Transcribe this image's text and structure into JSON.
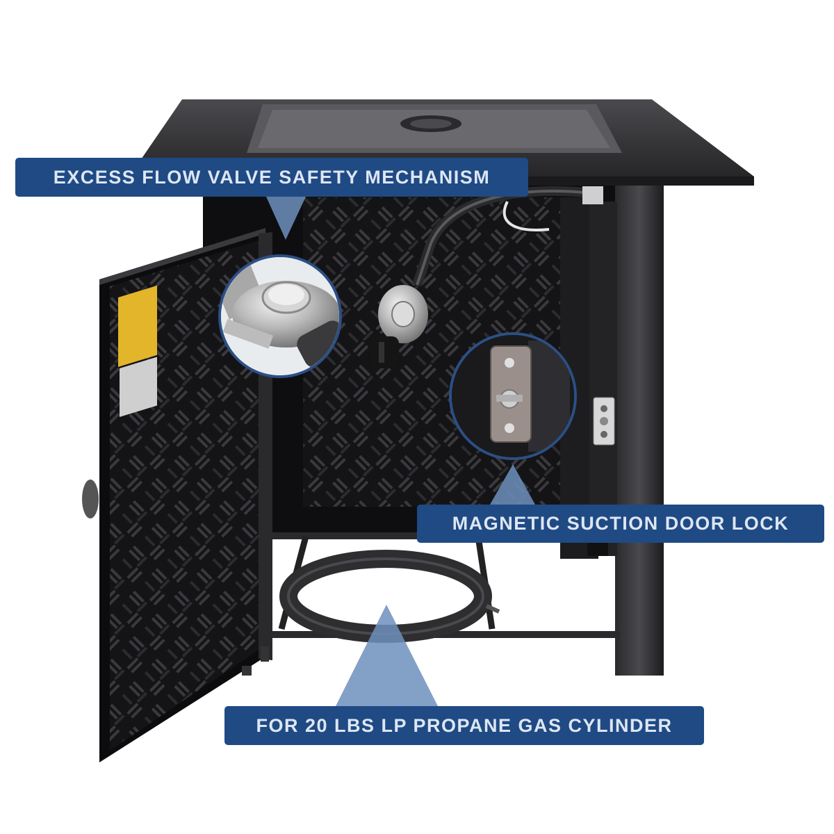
{
  "colors": {
    "banner_bg": "#1f4a84",
    "banner_text": "#dde6f2",
    "pointer": "#6d8fbd",
    "metal_dark": "#1c1c1e",
    "metal_mid": "#333336",
    "ring_outline": "#2c4f85"
  },
  "labels": {
    "valve": "EXCESS FLOW VALVE SAFETY MECHANISM",
    "lock": "MAGNETIC SUCTION DOOR LOCK",
    "cylinder": "FOR 20 LBS LP PROPANE GAS CYLINDER"
  },
  "icons": [
    "regulator-closeup",
    "door-latch-closeup"
  ]
}
